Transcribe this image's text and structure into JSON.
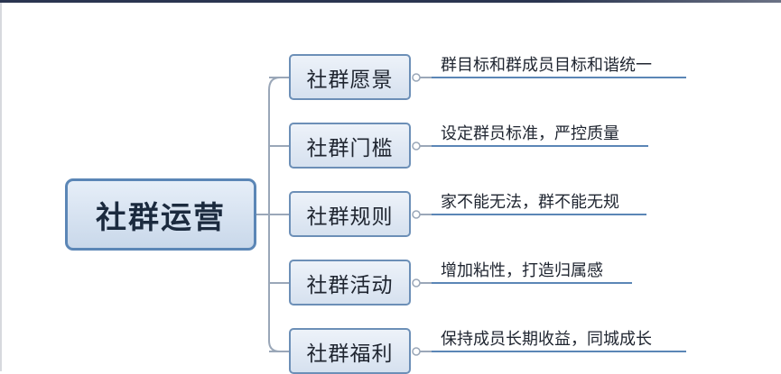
{
  "root": {
    "label": "社群运营"
  },
  "branches": [
    {
      "label": "社群愿景",
      "leaf": "群目标和群成员目标和谐统一"
    },
    {
      "label": "社群门槛",
      "leaf": "设定群员标准，严控质量"
    },
    {
      "label": "社群规则",
      "leaf": "家不能无法，群不能无规"
    },
    {
      "label": "社群活动",
      "leaf": "增加粘性，打造归属感"
    },
    {
      "label": "社群福利",
      "leaf": "保持成员长期收益，同城成长"
    }
  ],
  "colors": {
    "connector": "#9aa7b8",
    "leaf_underline": "#5b86b6",
    "node_border": "#6c8fb7"
  }
}
